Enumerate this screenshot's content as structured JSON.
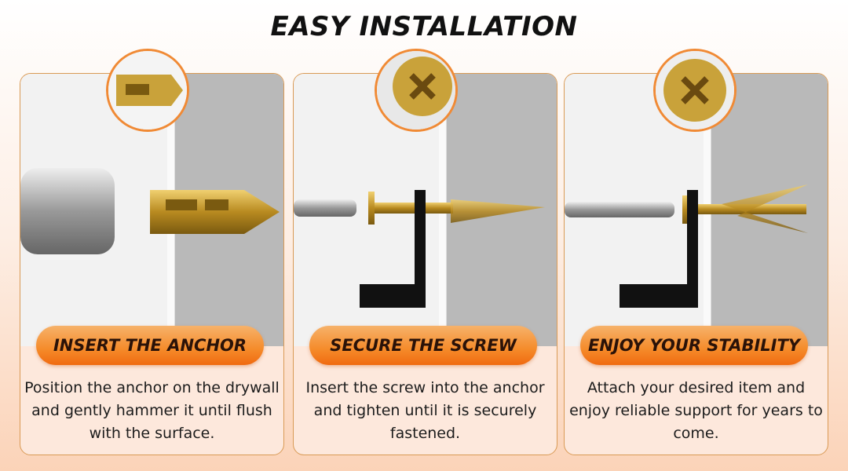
{
  "title": "EASY INSTALLATION",
  "steps": [
    {
      "label": "INSERT THE ANCHOR",
      "description": "Position the anchor on the drywall and gently hammer it until flush with the surface."
    },
    {
      "label": "SECURE THE SCREW",
      "description": "Insert the screw into the anchor and tighten until it is securely fastened."
    },
    {
      "label": "ENJOY YOUR STABILITY",
      "description": "Attach your desired item and enjoy reliable support for years to come."
    }
  ],
  "colors": {
    "accent": "#f58b2a",
    "border": "#d99a55",
    "brass": "#c9a23a"
  }
}
